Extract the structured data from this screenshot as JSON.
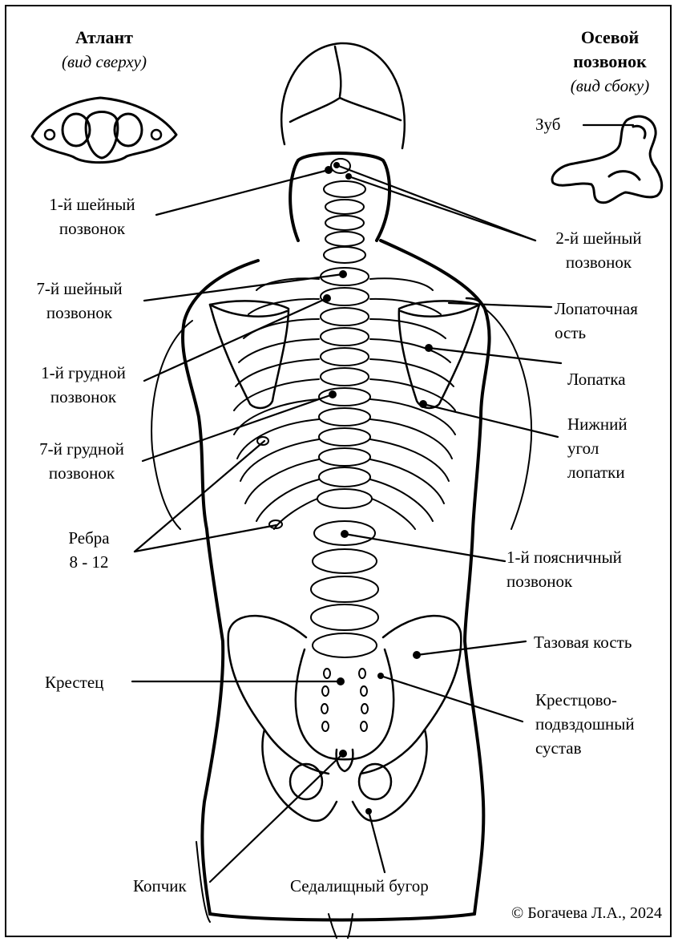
{
  "titles": {
    "atlas": {
      "title": "Атлант",
      "subtitle": "(вид сверху)"
    },
    "axis": {
      "title1": "Осевой",
      "title2": "позвонок",
      "subtitle": "(вид сбоку)"
    }
  },
  "labels": {
    "dens": "Зуб",
    "c1": [
      "1-й шейный",
      "позвонок"
    ],
    "c2": [
      "2-й шейный",
      "позвонок"
    ],
    "c7": [
      "7-й шейный",
      "позвонок"
    ],
    "scapular_spine": [
      "Лопаточная",
      "ость"
    ],
    "t1": [
      "1-й грудной",
      "позвонок"
    ],
    "scapula": "Лопатка",
    "inferior_angle": [
      "Нижний",
      "угол",
      "лопатки"
    ],
    "t7": [
      "7-й грудной",
      "позвонок"
    ],
    "ribs": [
      "Ребра",
      "8 - 12"
    ],
    "l1": [
      "1-й поясничный",
      "позвонок"
    ],
    "pelvic_bone": "Тазовая кость",
    "sacrum": "Крестец",
    "si_joint": [
      "Крестцово-",
      "подвздошный",
      "сустав"
    ],
    "coccyx": "Копчик",
    "ischial_tuberosity": "Седалищный бугор"
  },
  "copyright": "© Богачева Л.А., 2024"
}
